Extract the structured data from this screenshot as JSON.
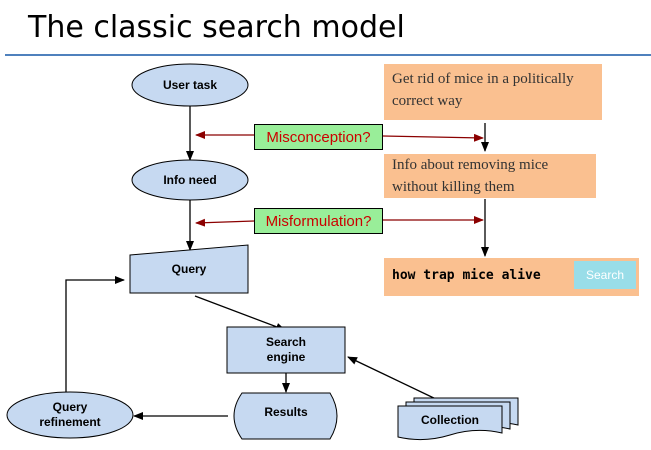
{
  "title": "The classic search model",
  "nodes": {
    "user_task": "User task",
    "info_need": "Info need",
    "query": "Query",
    "search_engine": [
      "Search",
      "engine"
    ],
    "results": "Results",
    "collection": "Collection",
    "query_refinement": [
      "Query",
      "refinement"
    ]
  },
  "labels": {
    "misconception": "Misconception?",
    "misformulation": "Misformulation?"
  },
  "notes": {
    "task_example": "Get rid of mice in a politically correct way",
    "need_example": "Info about removing mice without killing them"
  },
  "search_box": {
    "query": "how trap mice alive",
    "button": "Search"
  },
  "colors": {
    "node_fill": "#c6d9f1",
    "label_fill": "#99ee99",
    "label_text": "#cc0000",
    "note_fill": "#fac090",
    "connector": "#8b0000",
    "title_rule": "#4f81bd"
  }
}
